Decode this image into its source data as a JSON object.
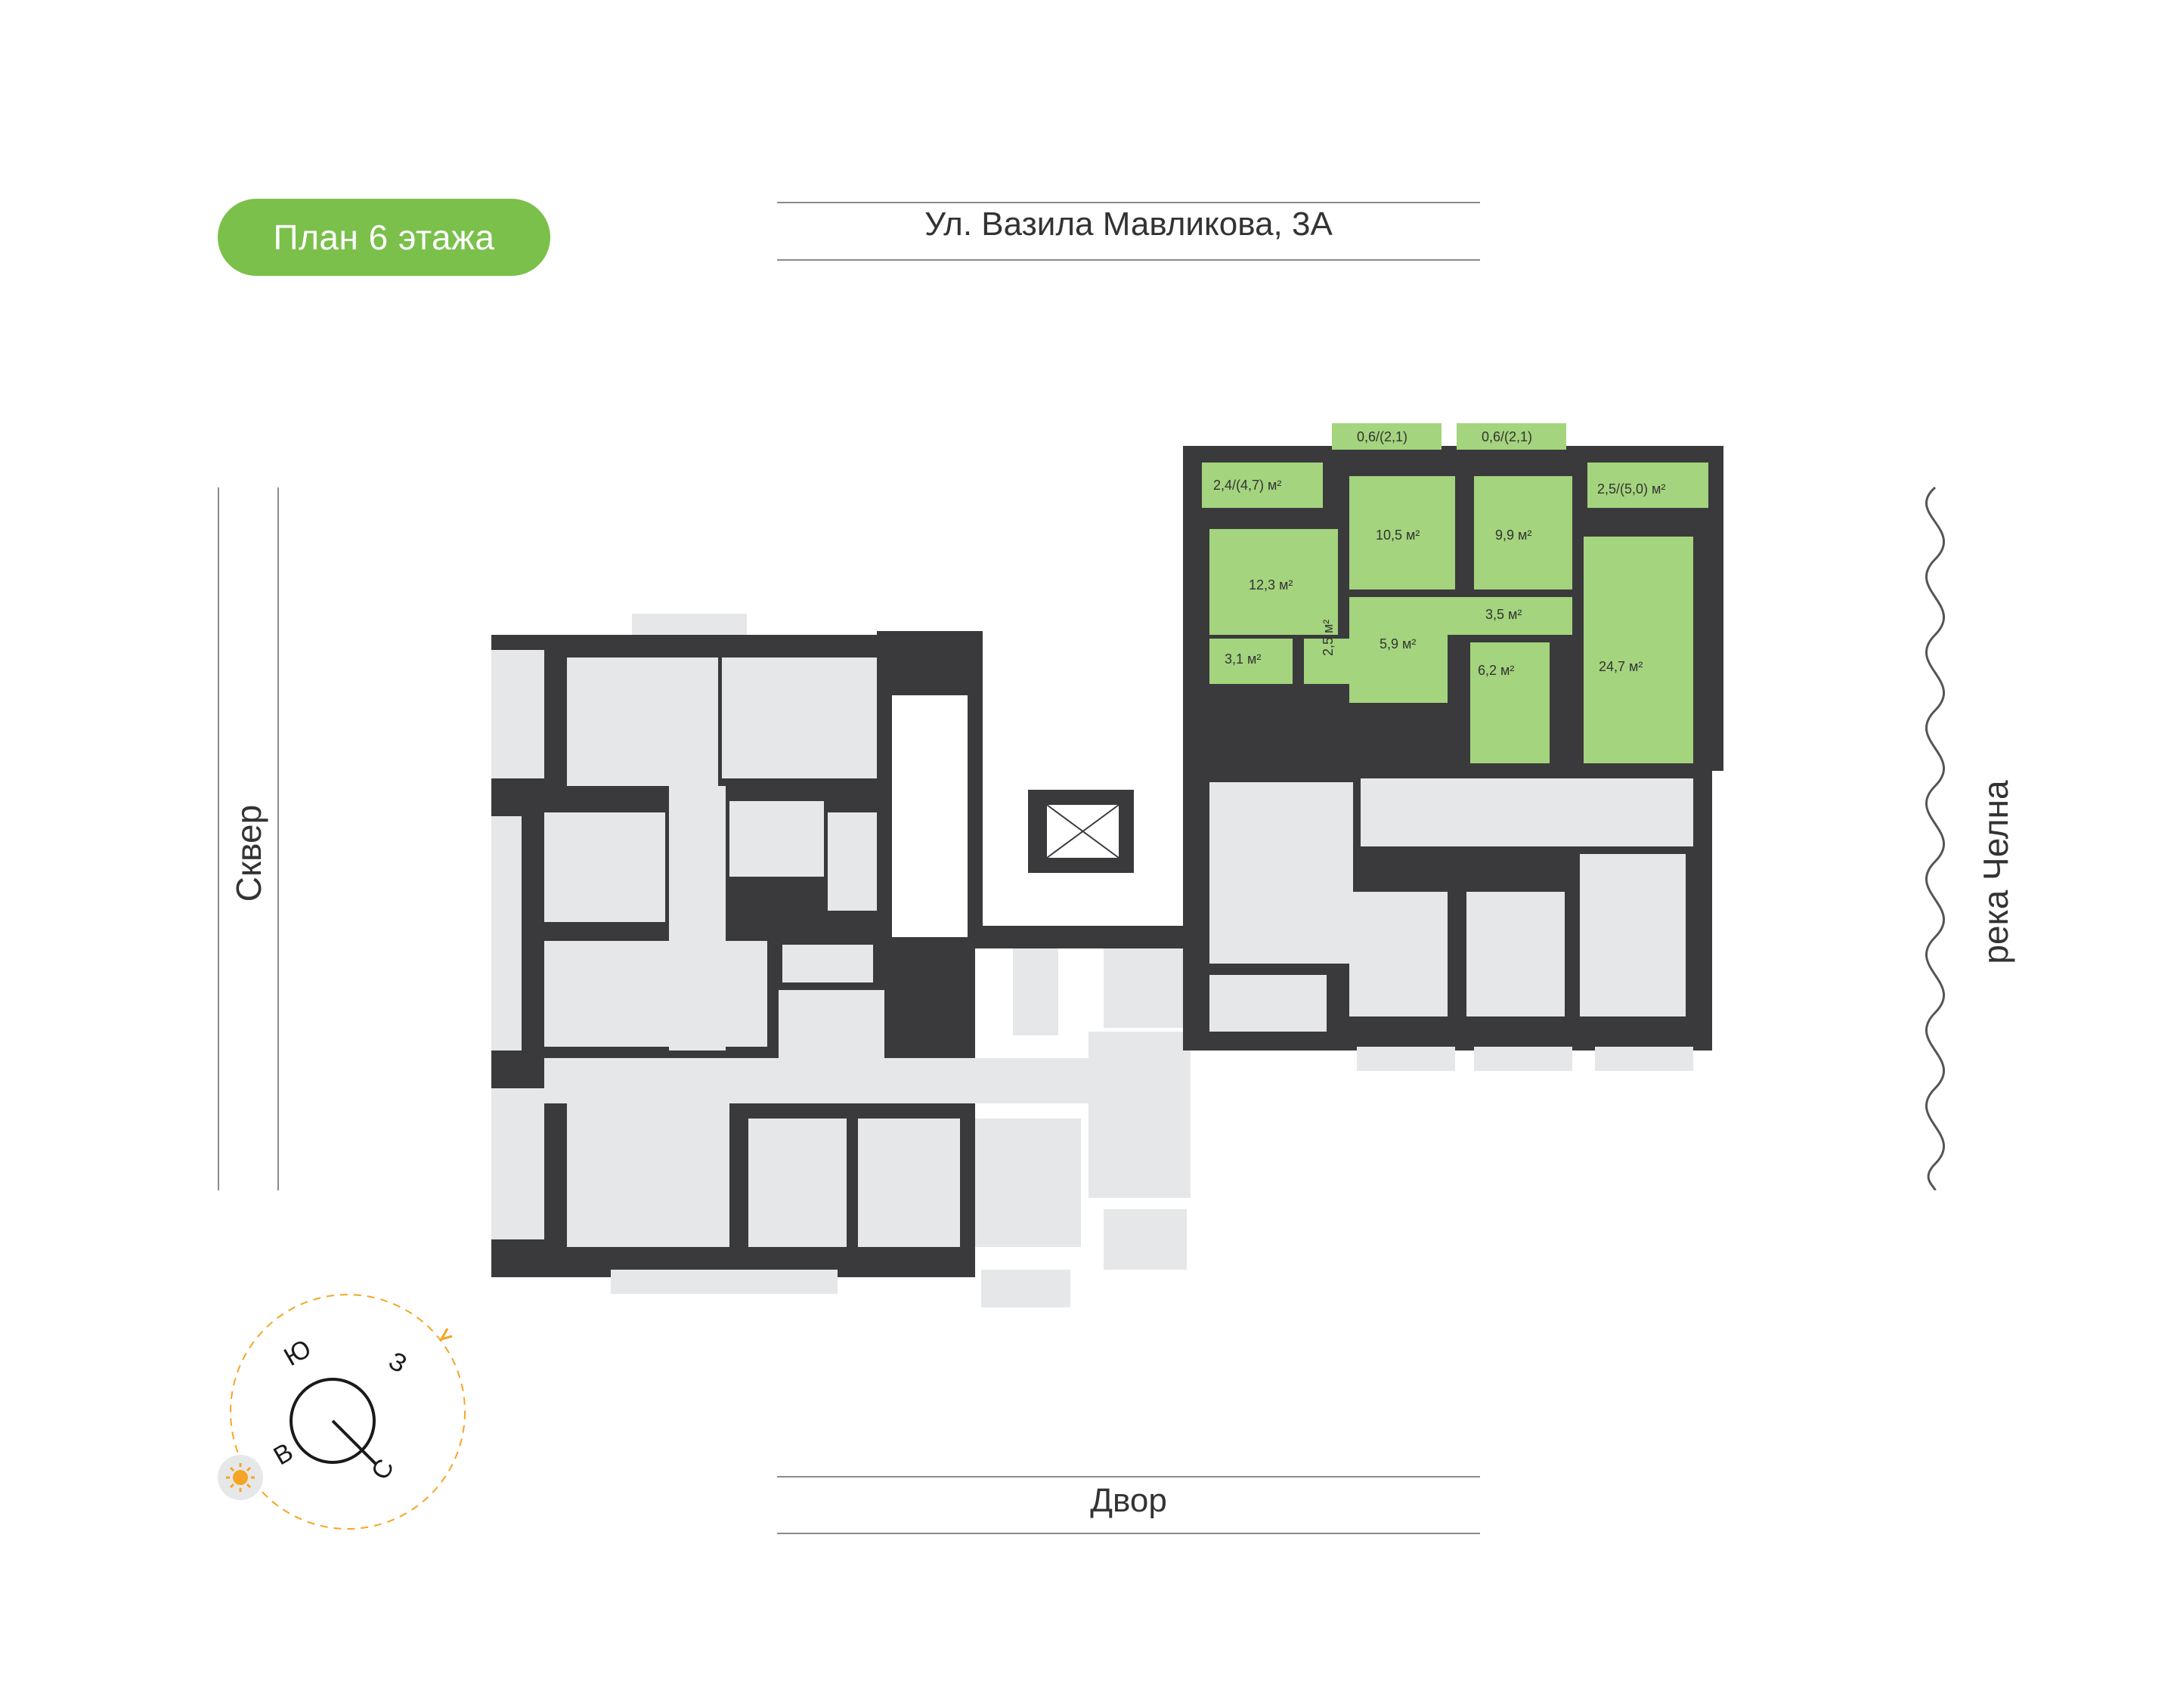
{
  "header": {
    "floor_label": "План 6 этажа"
  },
  "surroundings": {
    "north": "Ул. Вазила Мавликова, 3А",
    "south": "Двор",
    "west": "Сквер",
    "east": "река Челна"
  },
  "compass": {
    "n": "Ю",
    "e": "З",
    "s": "С",
    "w": "В"
  },
  "apartment": {
    "rooms": {
      "balcony_small_1": "0,6/(2,1)",
      "balcony_small_2": "0,6/(2,1)",
      "loggia_left": "2,4/(4,7) м²",
      "loggia_right": "2,5/(5,0) м²",
      "bedroom_1": "10,5 м²",
      "bedroom_2": "9,9 м²",
      "room_left": "12,3 м²",
      "bath_1": "2,5 м²",
      "storage": "3,1 м²",
      "hall": "5,9 м²",
      "corridor": "3,5 м²",
      "bath_2": "6,2 м²",
      "living": "24,7 м²"
    }
  },
  "colors": {
    "accent": "#7ac04b",
    "highlight": "#a4d47e",
    "wall": "#3a3a3c",
    "room": "#e6e7e8",
    "sun": "#f5a524"
  }
}
